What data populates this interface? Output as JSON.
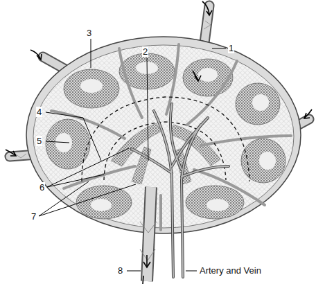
{
  "diagram": {
    "labels": [
      "1",
      "2",
      "3",
      "4",
      "5",
      "6",
      "7",
      "8",
      "Artery and Vein"
    ]
  }
}
